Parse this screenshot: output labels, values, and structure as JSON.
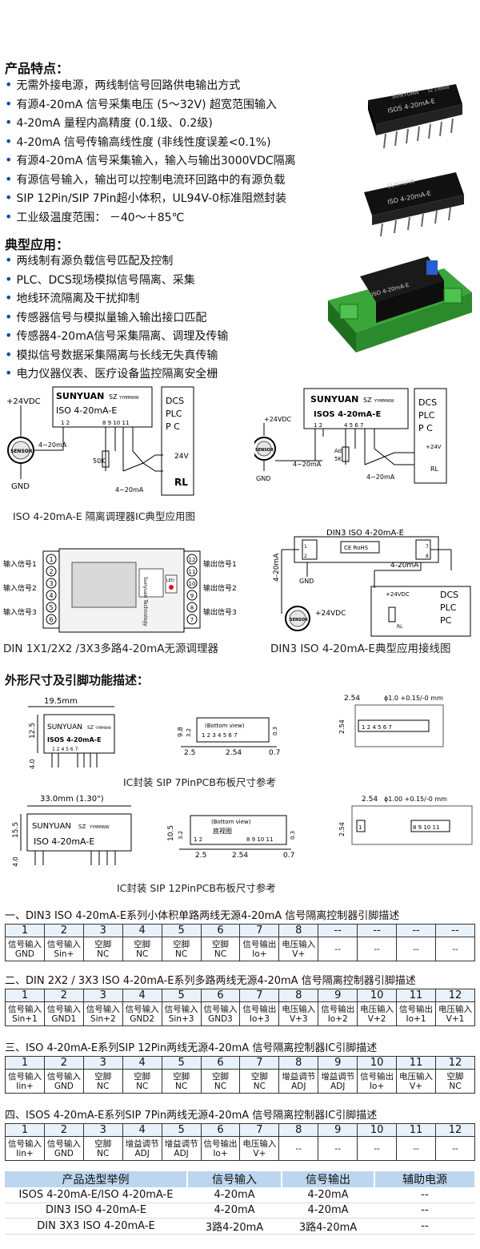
{
  "features": {
    "heading": "产品特点：",
    "items": [
      "无需外接电源，两线制信号回路供电输出方式",
      "有源4-20mA 信号采集电压 (5～32V) 超宽范围输入",
      "4-20mA 量程内高精度 (0.1级、0.2级)",
      "4-20mA 信号传输高线性度 (非线性度误差<0.1%)",
      "有源4-20mA 信号采集输入，输入与输出3000VDC隔离",
      "有源信号输入，输出可以控制电流环回路中的有源负载",
      "SIP 12Pin/SIP 7Pin超小体积，UL94V-0标准阻燃封装",
      "工业级温度范围： －40～＋85℃"
    ],
    "chip1_label": "ISOS 4-20mA-E",
    "chip2_label": "ISO 4-20mA-E",
    "chip_brand": "SUNYUAN",
    "chip_code": "SZ  130608"
  },
  "applications": {
    "heading": "典型应用：",
    "items": [
      "两线制有源负载信号匹配及控制",
      "PLC、DCS现场模拟信号隔离、采集",
      "地线环流隔离及干扰抑制",
      "传感器信号与模拟量输入输出接口匹配",
      "传感器4-20mA信号采集隔离、调理及传输",
      "模拟信号数据采集隔离与长线无失真传输",
      "电力仪器仪表、医疗设备监控隔离安全栅"
    ],
    "din_module_label": "ISO  4-20mA-E"
  },
  "diagrams": {
    "d1": {
      "supply": "+24VDC",
      "sensor": "SENSOR",
      "gnd": "GND",
      "brand": "SUNYUAN",
      "sz": "SZ",
      "date": "YYMMWW",
      "part": "ISO   4-20mA-E",
      "pins_left": "1   2",
      "pins_right": "8   9  10  11",
      "loop_in": "4~20mA",
      "loop_out": "4~20mA",
      "pot": "50K",
      "dcs": "DCS",
      "plc": "PLC",
      "pc": "P   C",
      "v24": "24V",
      "rl": "RL"
    },
    "d2": {
      "supply": "+24VDC",
      "sensor": "SENSOR",
      "gnd": "GND",
      "brand": "SUNYUAN",
      "sz": "SZ",
      "date": "YYMMWW",
      "part": "ISOS  4-20mA-E",
      "pins_left": "1   2",
      "pins_right": "4   5   6   7",
      "loop_in": "4~20mA",
      "loop_out": "4~20mA",
      "adj": "Adj",
      "pot": "5K",
      "dcs": "DCS",
      "plc": "PLC",
      "pc": "P   C",
      "v24": "+24V",
      "rl": "RL"
    },
    "caption1": "ISO 4-20mA-E 隔离调理器IC典型应用图",
    "d3": {
      "in1": "输入信号1",
      "in2": "输入信号2",
      "in3": "输入信号3",
      "out1": "输出信号1",
      "out2": "输出信号2",
      "out3": "输出信号3",
      "left_pins": [
        "1",
        "2",
        "3",
        "4",
        "5",
        "6"
      ],
      "right_pins": [
        "12",
        "11",
        "10",
        "9",
        "8",
        "7"
      ],
      "led": "LED",
      "brand": "Sunyuan Technology",
      "caption": "DIN 1X1/2X2 /3X3多路4-20mA无源调理器"
    },
    "d4": {
      "title": "DIN3 ISO 4-20mA-E",
      "pins": [
        "1",
        "2",
        "7",
        "8"
      ],
      "loop": "4-20mA",
      "loop2": "4-20mA",
      "gnd": "GND",
      "ce": "CE RoHS",
      "v24": "+24VDC",
      "supply": "+24VDC",
      "sensor": "SENSOR",
      "dcs": "DCS",
      "plc": "PLC",
      "pc": "PC",
      "rl": "RL",
      "caption": "DIN3  ISO 4-20mA-E典型应用接线图"
    }
  },
  "dimensions": {
    "heading": "外形尺寸及引脚功能描述：",
    "sip7": {
      "width": "19.5mm",
      "height": "12.5",
      "lead": "4.0",
      "brand": "SUNYUAN",
      "sz": "SZ",
      "date": "YYMMWW",
      "part": "ISOS  4-20mA-E",
      "pins": "1  2        4  5  6  7",
      "bottom": "(Bottom   view)",
      "bpins": "1  2  3  4  5  6  7",
      "d1": "9.8",
      "d2": "3.2",
      "d3": "0.3",
      "d4": "2.5",
      "d5": "2.54",
      "d6": "0.7",
      "pitch": "2.54",
      "hole": "ϕ1.0 +0.15/-0 mm",
      "side": "2.54",
      "gpins": "1  2      4  5  6  7",
      "caption": "IC封装  SIP  7PinPCB布板尺寸参考"
    },
    "sip12": {
      "width": "33.0mm  (1.30\")",
      "height": "15.5",
      "lead": "4.0",
      "brand": "SUNYUAN",
      "sz": "SZ",
      "date": "YYMMWW",
      "part": "ISO   4-20mA-E",
      "bottom": "(Bottom   view)",
      "bview": "底视图",
      "bpins_l": "1   2",
      "bpins_r": "8  9  10  11",
      "d1": "10.5",
      "d2": "3.2",
      "d3": "0.3",
      "d4": "2.5",
      "d5": "2.54",
      "d6": "0.7",
      "pitch": "2.54",
      "hole": "ϕ1.00 +0.15/-0 mm",
      "side": "2.54",
      "gpin_l": "1",
      "gpins_r": "8  9  10 11",
      "caption": "IC封装  SIP  12PinPCB布板尺寸参考"
    }
  },
  "pin_tables": [
    {
      "title": "一、DIN3  ISO 4-20mA-E系列小体积单路两线无源4-20mA 信号隔离控制器引脚描述",
      "numbers": [
        "1",
        "2",
        "3",
        "4",
        "5",
        "6",
        "7",
        "8",
        "--",
        "--",
        "--",
        "--"
      ],
      "descs": [
        "信号输入\nGND",
        "信号输入\nSin+",
        "空脚\nNC",
        "空脚\nNC",
        "空脚\nNC",
        "空脚\nNC",
        "信号输出\nIo+",
        "电压输入\nV+",
        "--",
        "--",
        "--",
        "--"
      ]
    },
    {
      "title": "二、DIN  2X2 / 3X3   ISO 4-20mA-E系列多路两线无源4-20mA 信号隔离控制器引脚描述",
      "numbers": [
        "1",
        "2",
        "3",
        "4",
        "5",
        "6",
        "7",
        "8",
        "9",
        "10",
        "11",
        "12"
      ],
      "descs": [
        "信号输入\nSin+1",
        "信号输入\nGND1",
        "信号输入\nSin+2",
        "信号输入\nGND2",
        "信号输入\nSin+3",
        "信号输入\nGND3",
        "信号输出\nIo+3",
        "电压输入\nV+3",
        "信号输出\nIo+2",
        "电压输入\nV+2",
        "信号输出\nIo+1",
        "电压输入\nV+1"
      ]
    },
    {
      "title": "三、ISO 4-20mA-E系列SIP  12Pin两线无源4-20mA 信号隔离控制器IC引脚描述",
      "numbers": [
        "1",
        "2",
        "3",
        "4",
        "5",
        "6",
        "7",
        "8",
        "9",
        "10",
        "11",
        "12"
      ],
      "descs": [
        "信号输入\nIin+",
        "信号输入\nGND",
        "空脚\nNC",
        "空脚\nNC",
        "空脚\nNC",
        "空脚\nNC",
        "空脚\nNC",
        "增益调节\nADJ",
        "增益调节\nADJ",
        "信号输出\nIo+",
        "电压输入\nV+",
        "空脚\nNC"
      ]
    },
    {
      "title": "四、ISOS 4-20mA-E系列SIP  7Pin两线无源4-20mA 信号隔离控制器IC引脚描述",
      "numbers": [
        "1",
        "2",
        "3",
        "4",
        "5",
        "6",
        "7",
        "8",
        "9",
        "10",
        "11",
        "12"
      ],
      "descs": [
        "信号输入\nIin+",
        "信号输入\nGND",
        "空脚\nNC",
        "增益调节\nADJ",
        "增益调节\nADJ",
        "信号输出\nIo+",
        "电压输入\nV+",
        "--",
        "--",
        "--",
        "--",
        "--"
      ]
    }
  ],
  "selection": {
    "headers": [
      "产品选型举例",
      "信号输入",
      "信号输出",
      "辅助电源"
    ],
    "rows": [
      [
        "ISOS 4-20mA-E/ISO 4-20mA-E",
        "4-20mA",
        "4-20mA",
        "--"
      ],
      [
        "DIN3  ISO 4-20mA-E",
        "4-20mA",
        "4-20mA",
        "--"
      ],
      [
        "DIN  3X3  ISO 4-20mA-E",
        "3路4-20mA",
        "3路4-20mA",
        "--"
      ]
    ]
  }
}
